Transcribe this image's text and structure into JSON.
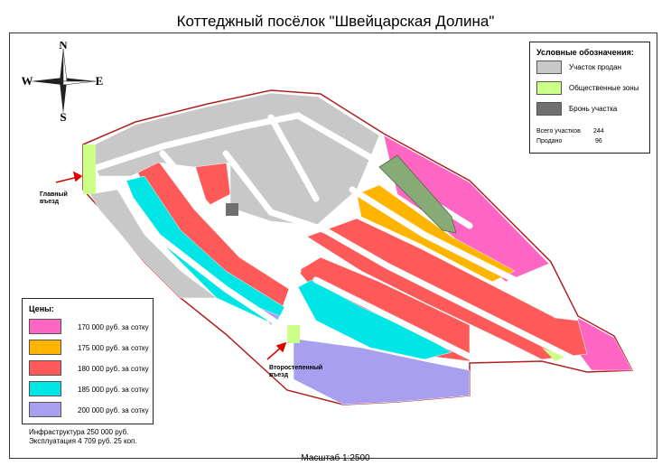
{
  "title": "Коттеджный посёлок \"Швейцарская Долина\"",
  "compass": {
    "n": "N",
    "s": "S",
    "e": "E",
    "w": "W"
  },
  "legend": {
    "heading": "Условные обозначения:",
    "items": [
      {
        "label": "Участок продан",
        "color": "#c8c8c8"
      },
      {
        "label": "Общественные зоны",
        "color": "#ccff88"
      },
      {
        "label": "Бронь участка",
        "color": "#707070"
      }
    ],
    "total_label": "Всего участков",
    "total_value": "244",
    "sold_label": "Продано",
    "sold_value": "96"
  },
  "prices": {
    "heading": "Цены:",
    "items": [
      {
        "label": "170 000 руб. за сотку",
        "color": "#ff66c4"
      },
      {
        "label": "175 000 руб. за сотку",
        "color": "#ffb400"
      },
      {
        "label": "180 000 руб. за сотку",
        "color": "#ff5a5a"
      },
      {
        "label": "185 000 руб. за сотку",
        "color": "#00e6e6"
      },
      {
        "label": "200 000 руб. за сотку",
        "color": "#a8a0ee"
      }
    ]
  },
  "info": {
    "infrastructure": "Инфраструктура 250 000 руб.",
    "maintenance": "Эксплуатация 4 709 руб. 25 коп."
  },
  "entries": {
    "main": [
      "Главный",
      "въезд"
    ],
    "secondary": [
      "Второстепенный",
      "въезд"
    ]
  },
  "scale": "Масштаб 1:2500"
}
